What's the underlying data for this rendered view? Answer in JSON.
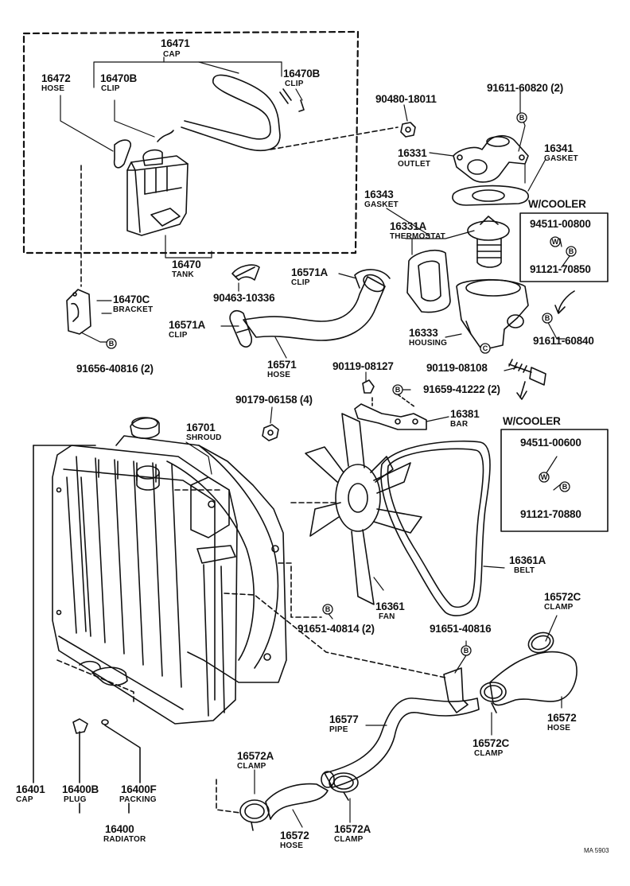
{
  "reference_code": "MA 5903",
  "parts": {
    "p16471": {
      "number": "16471",
      "name": "CAP"
    },
    "p16472": {
      "number": "16472",
      "name": "HOSE"
    },
    "p16470B_a": {
      "number": "16470B",
      "name": "CLIP"
    },
    "p16470B_b": {
      "number": "16470B",
      "name": "CLIP"
    },
    "p16470": {
      "number": "16470",
      "name": "TANK"
    },
    "p90463": {
      "number": "90463-10336"
    },
    "p16470C": {
      "number": "16470C",
      "name": "BRACKET"
    },
    "p91656": {
      "number": "91656-40816 (2)"
    },
    "p90480": {
      "number": "90480-18011"
    },
    "p91611a": {
      "number": "91611-60820 (2)"
    },
    "p16331": {
      "number": "16331",
      "name": "OUTLET"
    },
    "p16341": {
      "number": "16341",
      "name": "GASKET"
    },
    "p16343": {
      "number": "16343",
      "name": "GASKET"
    },
    "p16331A": {
      "number": "16331A",
      "name": "THERMOSTAT"
    },
    "cooler_box_1": {
      "title": "W/COOLER",
      "part_a": "94511-00800",
      "part_b": "91121-70850"
    },
    "p16333": {
      "number": "16333",
      "name": "HOUSING"
    },
    "p91611b": {
      "number": "91611-60840"
    },
    "p16571A_a": {
      "number": "16571A",
      "name": "CLIP"
    },
    "p16571A_b": {
      "number": "16571A",
      "name": "CLIP"
    },
    "p16571": {
      "number": "16571",
      "name": "HOSE"
    },
    "p90119a": {
      "number": "90119-08127"
    },
    "p90119b": {
      "number": "90119-08108"
    },
    "p90179": {
      "number": "90179-06158 (4)"
    },
    "p91659": {
      "number": "91659-41222 (2)"
    },
    "p16381": {
      "number": "16381",
      "name": "BAR"
    },
    "cooler_box_2": {
      "title": "W/COOLER",
      "part_a": "94511-00600",
      "part_b": "91121-70880"
    },
    "p16701": {
      "number": "16701",
      "name": "SHROUD"
    },
    "p16361A": {
      "number": "16361A",
      "name": "BELT"
    },
    "p16361": {
      "number": "16361",
      "name": "FAN"
    },
    "p91651a": {
      "number": "91651-40814 (2)"
    },
    "p91651b": {
      "number": "91651-40816"
    },
    "p16572C_a": {
      "number": "16572C",
      "name": "CLAMP"
    },
    "p16572_a": {
      "number": "16572",
      "name": "HOSE"
    },
    "p16572C_b": {
      "number": "16572C",
      "name": "CLAMP"
    },
    "p16577": {
      "number": "16577",
      "name": "PIPE"
    },
    "p16572A_a": {
      "number": "16572A",
      "name": "CLAMP"
    },
    "p16572_b": {
      "number": "16572",
      "name": "HOSE"
    },
    "p16572A_b": {
      "number": "16572A",
      "name": "CLAMP"
    },
    "p16401": {
      "number": "16401",
      "name": "CAP"
    },
    "p16400B": {
      "number": "16400B",
      "name": "PLUG"
    },
    "p16400F": {
      "number": "16400F",
      "name": "PACKING"
    },
    "p16400": {
      "number": "16400",
      "name": "RADIATOR"
    }
  },
  "bolt_marker": "B",
  "washer_marker": "W",
  "connector_marker": "C"
}
